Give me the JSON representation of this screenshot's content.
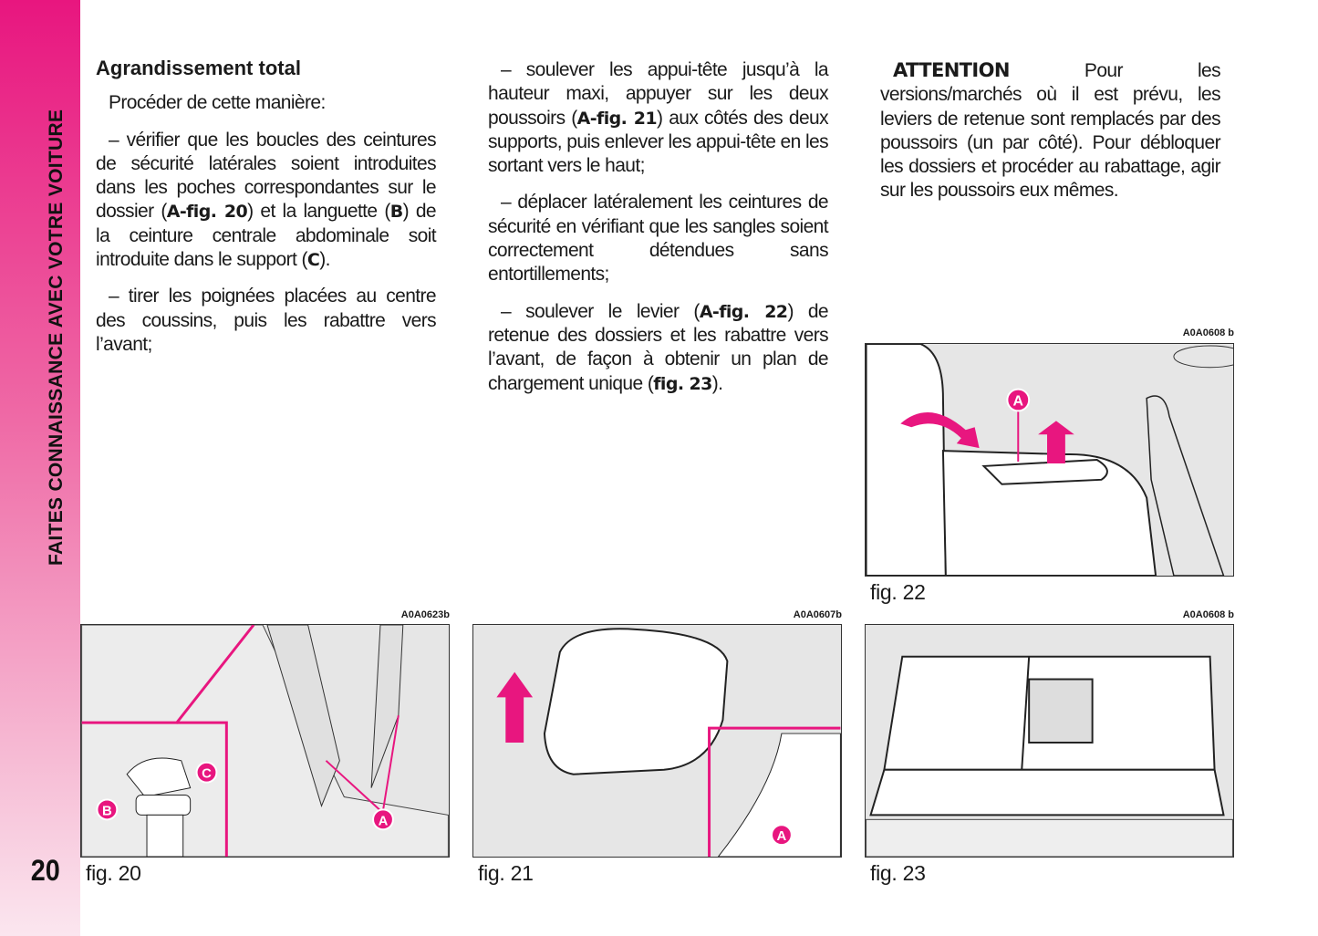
{
  "sidebar": {
    "section_title": "FAITES CONNAISSANCE AVEC VOTRE VOITURE",
    "page_number": "20"
  },
  "col1": {
    "heading": "Agrandissement total",
    "intro": "Procéder de cette manière:",
    "p1_a": "– vérifier que les boucles des ceintures de sécurité latérales soient introduites dans les poches correspondantes sur le dossier (",
    "p1_ref1": "A-fig. 20",
    "p1_b": ") et la languette (",
    "p1_ref2": "B",
    "p1_c": ") de la ceinture centrale abdominale soit introduite dans le support (",
    "p1_ref3": "C",
    "p1_d": ").",
    "p2": "– tirer les poignées placées au centre des coussins, puis les rabattre vers l’avant;"
  },
  "col2": {
    "p1_a": "– soulever les appui-tête jusqu’à la hauteur maxi, appuyer sur les deux poussoirs (",
    "p1_ref": "A-fig. 21",
    "p1_b": ") aux côtés des deux supports, puis enlever les appui-tête en les sortant vers le haut;",
    "p2": "– déplacer latéralement les ceintures de sécurité en vérifiant que les sangles soient correctement détendues sans entortillements;",
    "p3_a": "– soulever le levier (",
    "p3_ref1": "A-fig. 22",
    "p3_b": ") de retenue des dossiers et les rabattre vers l’avant, de façon à obtenir un plan de chargement unique (",
    "p3_ref2": "fig. 23",
    "p3_c": ")."
  },
  "col3": {
    "attention_label": "ATTENTION",
    "attention_text": " Pour les versions/marchés où il est prévu, les leviers de retenue sont remplacés par des poussoirs (un par côté). Pour débloquer les dossiers et procéder au rabattage, agir sur les poussoirs eux mêmes."
  },
  "figures": [
    {
      "id": "fig20",
      "code": "A0A0623b",
      "caption": "fig. 20",
      "labels": [
        "A",
        "B",
        "C"
      ]
    },
    {
      "id": "fig21",
      "code": "A0A0607b",
      "caption": "fig. 21",
      "labels": [
        "A"
      ]
    },
    {
      "id": "fig22",
      "code": "A0A0608 b",
      "caption": "fig. 22",
      "labels": [
        "A"
      ]
    },
    {
      "id": "fig23",
      "code": "A0A0608 b",
      "caption": "fig. 23",
      "labels": []
    }
  ],
  "colors": {
    "accent": "#e8167f"
  }
}
